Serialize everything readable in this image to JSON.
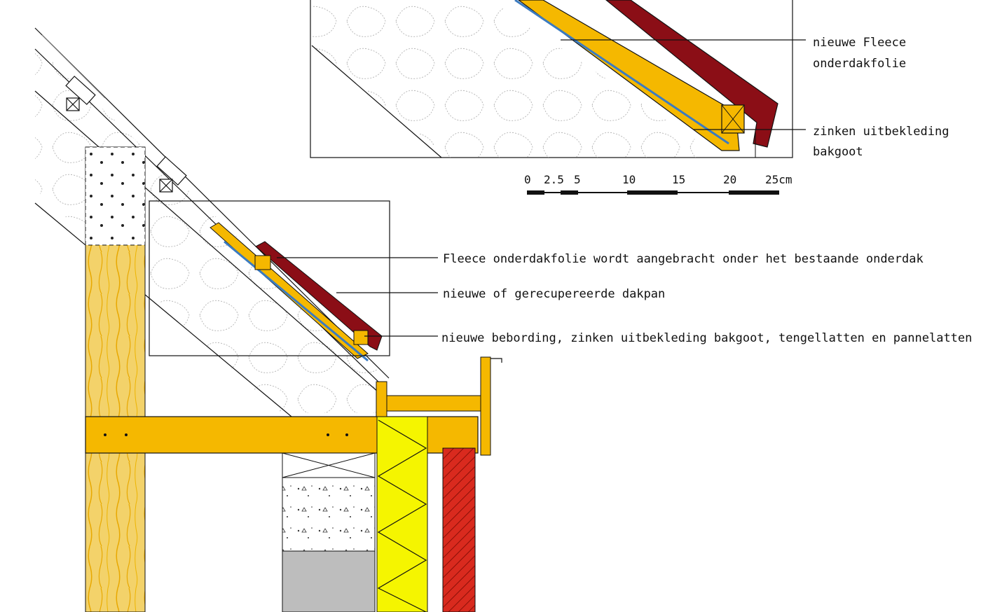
{
  "colors": {
    "wood": "#F5B800",
    "wood_light": "#F3D26A",
    "tile": "#8B0E16",
    "insulation": "#F5F500",
    "brick": "#D92A1E",
    "concrete_gray": "#BDBDBD",
    "membrane": "#3B7BC0",
    "line": "#111111"
  },
  "labels": {
    "fleece_existing": "Fleece onderdakfolie wordt aangebracht onder het bestaande onderdak",
    "new_tile": "nieuwe of gerecupereerde dakpan",
    "new_boarding": "nieuwe bebording, zinken uitbekleding bakgoot, tengellatten en pannelatten",
    "detail_fleece_line1": "nieuwe Fleece",
    "detail_fleece_line2": "onderdakfolie",
    "detail_zinc_line1": "zinken uitbekleding",
    "detail_zinc_line2": "bakgoot"
  },
  "scale_bar": {
    "ticks": [
      "0",
      "2.5",
      "5",
      "10",
      "15",
      "20",
      "25cm"
    ]
  }
}
